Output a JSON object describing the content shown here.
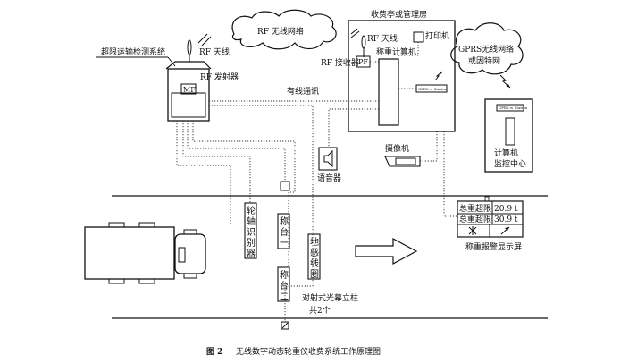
{
  "labels": {
    "overlimit_system": "超限运输检测系统",
    "rf_antenna_left": "RF 天线",
    "rf_transmitter": "RF 发射器",
    "mf": "MF",
    "rf_wireless": "RF 无线网络",
    "toll_booth": "收费亭或管理房",
    "rf_antenna_right": "RF 天线",
    "printer": "打印机",
    "weighing_computer": "称重计算机",
    "rf_receiver": "RF 接收器",
    "pf": "PF",
    "gprs_cloud_line1": "GPRS无线网络",
    "gprs_cloud_line2": "或因特网",
    "gprs_station_1": "GPRS w Station",
    "gprs_station_2": "GPRS w Station",
    "wired_comm": "有线通讯",
    "camera": "摄像机",
    "speaker": "语音器",
    "remote_line1": "计算机",
    "remote_line2": "监控中心",
    "axle_identifier": [
      "轮",
      "轴",
      "识",
      "别",
      "器"
    ],
    "scale_1": [
      "称",
      "台",
      "一"
    ],
    "scale_2": [
      "称",
      "台",
      "二"
    ],
    "ground_coil": [
      "地",
      "感",
      "线",
      "圈"
    ],
    "display_row1_label": "总重超限",
    "display_row1_value": "20.9 t",
    "display_row2_label": "总重超限",
    "display_row2_value": "30.9 t",
    "display_caption": "称重报警显示屏",
    "light_curtain_line1": "对射式光幕立柱",
    "light_curtain_line2": "共2个"
  },
  "caption": {
    "number": "图 2",
    "text": "无线数字动态轮重仪收费系统工作原理图"
  }
}
